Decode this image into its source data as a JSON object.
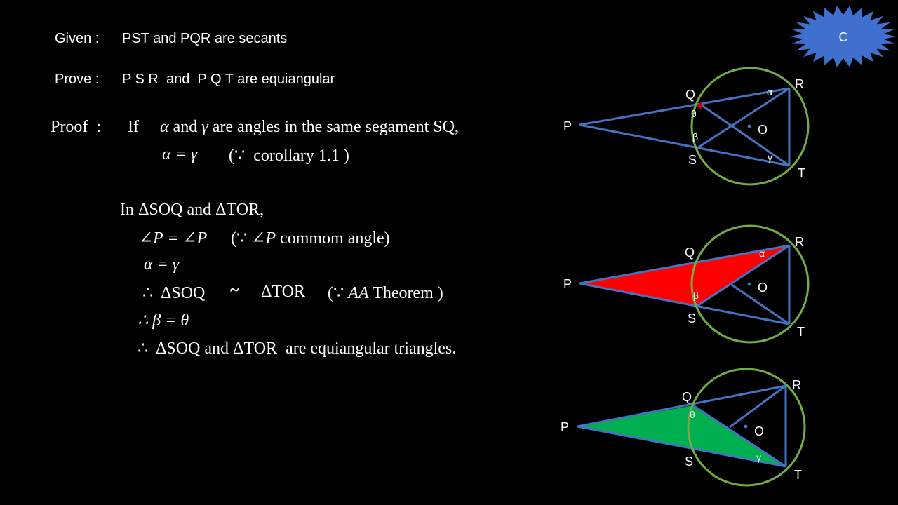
{
  "header": {
    "given_label": "Given :",
    "given_text": "PST and PQR are secants",
    "prove_label": "Prove :",
    "prove_text": "P S R  and  P Q T are equiangular"
  },
  "badge": {
    "label": "C",
    "color": "#3f6fcf"
  },
  "proof": {
    "label": "Proof  :",
    "l1_if": "If",
    "l1_alpha": "α",
    "l1_and": "and",
    "l1_gamma": "γ",
    "l1_rest": "are angles in the same segament SQ,",
    "l2_eq": "α = γ",
    "l2_reason": "(∵  corollary 1.1 )",
    "l3": "In ΔSOQ and ΔTOR,",
    "l4_eq": "∠P = ∠P",
    "l4_open": "(∵",
    "l4_angle": "∠P",
    "l4_rest": "commom angle)",
    "l5_eq": "α = γ",
    "l6_ther": "∴  ΔSOQ",
    "l6_sim": "~",
    "l6_tor": "ΔTOR",
    "l6_open": "(∵",
    "l6_aa": "AA",
    "l6_rest": "Theorem )",
    "l7": "∴ β = θ",
    "l8": "∴  ΔSOQ and ΔTOR  are equiangular triangles."
  },
  "colors": {
    "circle": "#70ad47",
    "lines": "#4472c4",
    "red_fill": "#ff0000",
    "green_fill": "#00b050",
    "angle_label": "#ffffff"
  },
  "diagrams": [
    {
      "points": {
        "P": "P",
        "Q": "Q",
        "R": "R",
        "S": "S",
        "T": "T",
        "O": "O"
      },
      "angles": {
        "alpha": "α",
        "beta": "β",
        "theta": "θ",
        "gamma": "γ"
      },
      "shading": "none"
    },
    {
      "points": {
        "P": "P",
        "Q": "Q",
        "R": "R",
        "S": "S",
        "T": "T",
        "O": "O"
      },
      "angles": {
        "alpha": "α",
        "beta": "β"
      },
      "shading": "red"
    },
    {
      "points": {
        "P": "P",
        "Q": "Q",
        "R": "R",
        "S": "S",
        "T": "T",
        "O": "O"
      },
      "angles": {
        "theta": "θ",
        "gamma": "γ"
      },
      "shading": "green"
    }
  ]
}
